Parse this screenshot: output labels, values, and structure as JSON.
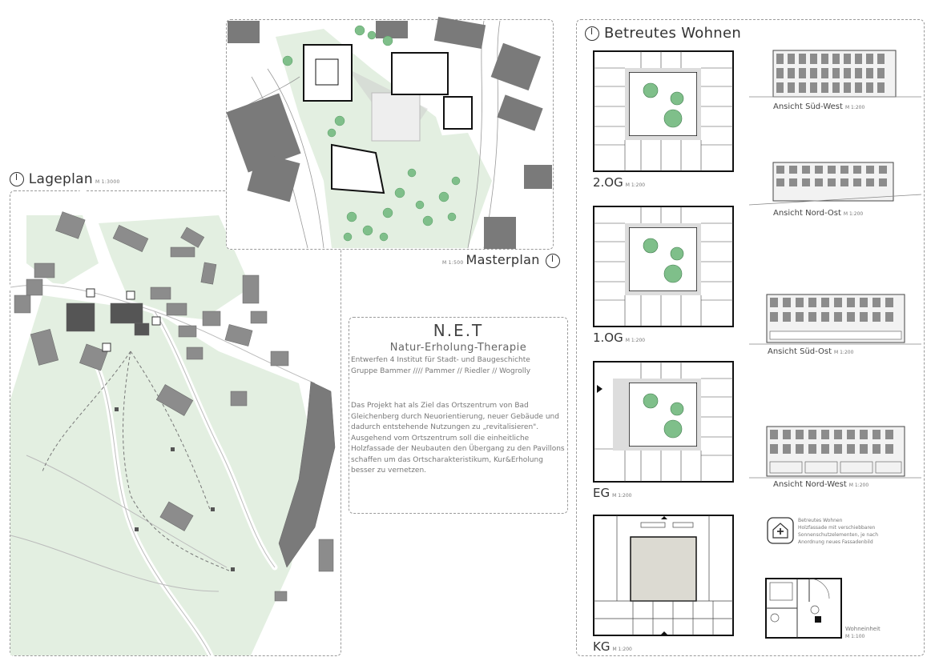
{
  "lageplan": {
    "title": "Lageplan",
    "scale": "M 1:3000"
  },
  "masterplan": {
    "title": "Masterplan",
    "scale": "M 1:500"
  },
  "net": {
    "title": "N.E.T",
    "subtitle": "Natur-Erholung-Therapie",
    "line1": "Entwerfen 4   Institut für Stadt- und Baugeschichte",
    "line2": "Gruppe Bammer //// Pammer // Riedler // Wogrolly",
    "body1": "Das Projekt hat als Ziel das Ortszentrum von Bad Gleichenberg durch Neuorientierung, neuer Gebäude und dadurch entstehende Nutzungen zu „revitalisieren\".",
    "body2": "Ausgehend vom Ortszentrum soll die einheitliche Holzfassade der Neubauten den Übergang zu den Pavillons schaffen um das Ortscharakteristikum, Kur&Erholung besser zu vernetzen."
  },
  "betreut": {
    "title": "Betreutes Wohnen",
    "plans": [
      {
        "label": "2.OG",
        "scale": "M 1:200"
      },
      {
        "label": "1.OG",
        "scale": "M 1:200"
      },
      {
        "label": "EG",
        "scale": "M 1:200"
      },
      {
        "label": "KG",
        "scale": "M 1:200"
      }
    ],
    "elevations": [
      {
        "label": "Ansicht Süd-West",
        "scale": "M 1:200"
      },
      {
        "label": "Ansicht Nord-Ost",
        "scale": "M 1:200"
      },
      {
        "label": "Ansicht Süd-Ost",
        "scale": "M 1:200"
      },
      {
        "label": "Ansicht Nord-West",
        "scale": "M 1:200"
      }
    ],
    "legend": "Betreutes Wohnen\nHolzfassade mit verschiebbaren Sonnenschutzelementen, je nach Anordnung neues Fassadenbild",
    "unit": {
      "label": "Wohneinheit",
      "scale": "M 1:100"
    }
  },
  "colors": {
    "green": "#e3efe1",
    "tree": "#7fbf8a",
    "building": "#8c8c8c",
    "dash": "#9a9a9a"
  }
}
